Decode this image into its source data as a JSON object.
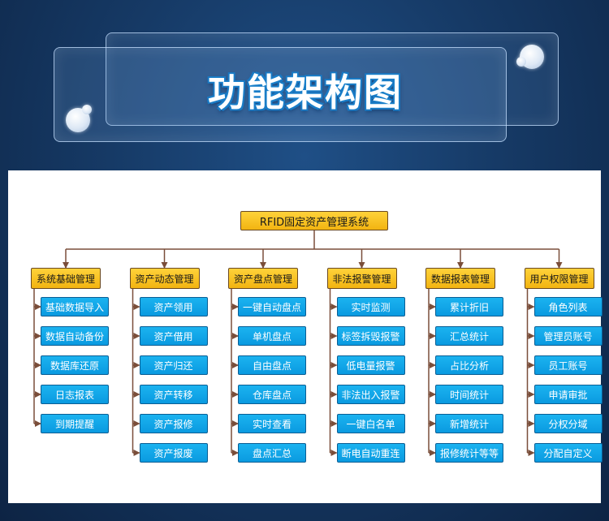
{
  "banner": {
    "title": "功能架构图"
  },
  "diagram": {
    "root": "RFID固定资产管理系统",
    "columns": [
      {
        "title": "系统基础管理",
        "items": [
          "基础数据导入",
          "数据自动备份",
          "数据库还原",
          "日志报表",
          "到期提醒"
        ]
      },
      {
        "title": "资产动态管理",
        "items": [
          "资产领用",
          "资产借用",
          "资产归还",
          "资产转移",
          "资产报修",
          "资产报废"
        ]
      },
      {
        "title": "资产盘点管理",
        "items": [
          "一键自动盘点",
          "单机盘点",
          "自由盘点",
          "仓库盘点",
          "实时查看",
          "盘点汇总"
        ]
      },
      {
        "title": "非法报警管理",
        "items": [
          "实时监测",
          "标签拆毁报警",
          "低电量报警",
          "非法出入报警",
          "一键白名单",
          "断电自动重连"
        ]
      },
      {
        "title": "数据报表管理",
        "items": [
          "累计折旧",
          "汇总统计",
          "占比分析",
          "时间统计",
          "新增统计",
          "报修统计等等"
        ]
      },
      {
        "title": "用户权限管理",
        "items": [
          "角色列表",
          "管理员账号",
          "员工账号",
          "申请审批",
          "分权分域",
          "分配自定义"
        ]
      }
    ],
    "colors": {
      "header_fill": "#f7c21f",
      "leaf_fill": "#12a8ea",
      "line": "#7a4e3a"
    }
  }
}
